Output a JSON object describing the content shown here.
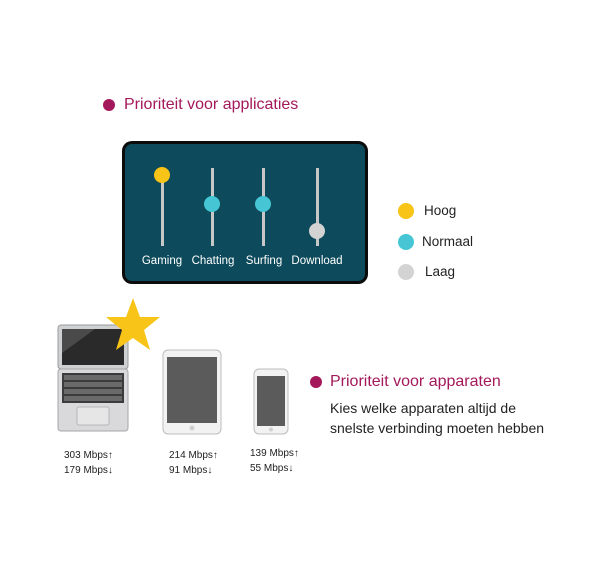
{
  "app_priority": {
    "title": "Prioriteit voor applicaties",
    "sliders": [
      {
        "label": "Gaming",
        "level": "Hoog"
      },
      {
        "label": "Chatting",
        "level": "Normaal"
      },
      {
        "label": "Surfing",
        "level": "Normaal"
      },
      {
        "label": "Download",
        "level": "Laag"
      }
    ]
  },
  "legend": [
    {
      "label": "Hoog",
      "color": "#f7c417"
    },
    {
      "label": "Normaal",
      "color": "#46c6d4"
    },
    {
      "label": "Laag",
      "color": "#d3d3d3"
    }
  ],
  "device_priority": {
    "title": "Prioriteit voor apparaten",
    "description": "Kies welke apparaten altijd de snelste verbinding moeten hebben"
  },
  "devices": [
    {
      "name": "laptop",
      "upload": "303 Mbps↑",
      "download": "179 Mbps↓"
    },
    {
      "name": "tablet",
      "upload": "214 Mbps↑",
      "download": "91 Mbps↓"
    },
    {
      "name": "phone",
      "upload": "139 Mbps↑",
      "download": "55 Mbps↓"
    }
  ],
  "colors": {
    "accent": "#a3195b",
    "panel": "#0d4a5b",
    "star": "#f7c417"
  }
}
